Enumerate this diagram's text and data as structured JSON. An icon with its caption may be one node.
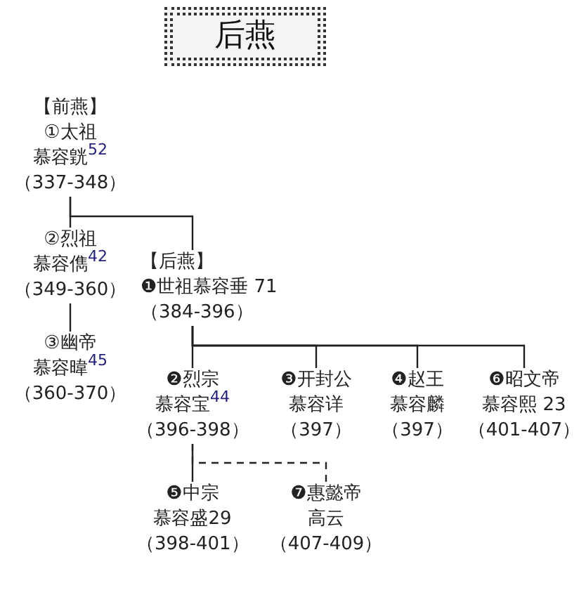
{
  "diagram": {
    "title": "后燕",
    "nodes": [
      {
        "text": [
          "【前燕】",
          "①太祖",
          "慕容皝$^{52}$",
          "（337-348）"
        ]
      },
      {
        "text": [
          "②烈祖",
          "慕容儁$^{42}$",
          "（349-360）"
        ]
      },
      {
        "text": [
          "③幽帝",
          "慕容暐$^{45}$",
          "（360-370）"
        ]
      },
      {
        "text": [
          "【后燕】",
          "❶世祖慕容垂 71",
          "（384-396）"
        ]
      },
      {
        "text": [
          "❷烈宗",
          "慕容宝$^{44}$",
          "（396-398）"
        ]
      },
      {
        "text": [
          "❸开封公",
          "慕容详",
          "（397）"
        ]
      },
      {
        "text": [
          "❹赵王",
          "慕容麟",
          "（397）"
        ]
      },
      {
        "text": [
          "❻昭文帝",
          "慕容熙 23",
          "（401-407）"
        ]
      },
      {
        "text": [
          "❺中宗",
          "慕容盛29",
          "（398-401）"
        ]
      },
      {
        "text": [
          "❼惠懿帝",
          "高云",
          "（407-409）"
        ]
      }
    ],
    "edges": [
      {
        "from": 0,
        "to": 1,
        "arrow": "none"
      },
      {
        "from": 0,
        "to": 3,
        "arrow": "none"
      },
      {
        "from": 1,
        "to": 2,
        "arrow": "none"
      },
      {
        "from": 3,
        "to": 4,
        "arrow": "none"
      },
      {
        "from": 3,
        "to": 5,
        "arrow": "none"
      },
      {
        "from": 3,
        "to": 6,
        "arrow": "none"
      },
      {
        "from": 3,
        "to": 7,
        "arrow": "none"
      },
      {
        "from": 4,
        "to": 8,
        "arrow": "none"
      },
      {
        "from": 4,
        "to": 9,
        "arrow": "none",
        "style": "dashed"
      }
    ]
  }
}
